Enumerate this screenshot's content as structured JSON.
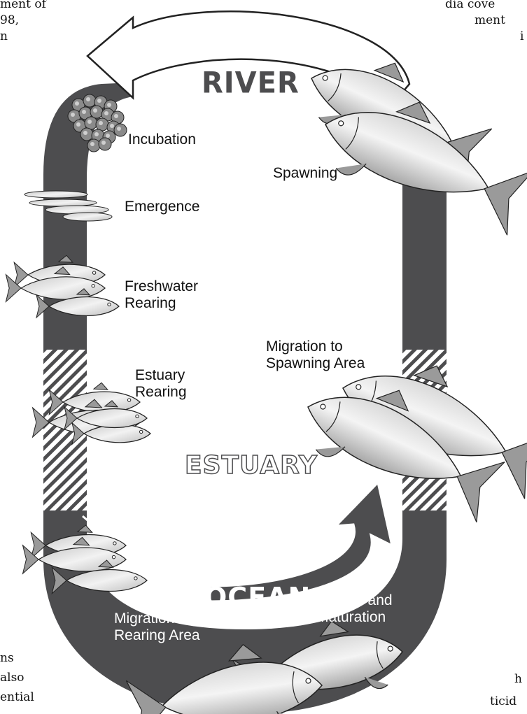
{
  "body_text": {
    "top_left": [
      "ment of",
      "98,",
      "n"
    ],
    "top_right": [
      "dia  cove",
      "ment",
      "i"
    ],
    "bottom_left": [
      "ns",
      "also",
      "ential"
    ],
    "bottom_right": [
      "h",
      "ticid"
    ]
  },
  "zones": {
    "river": "RIVER",
    "estuary": "ESTUARY",
    "ocean": "OCEAN"
  },
  "stages": {
    "incubation": "Incubation",
    "emergence": "Emergence",
    "freshwater_rearing": [
      "Freshwater",
      "Rearing"
    ],
    "estuary_rearing": [
      "Estuary",
      "Rearing"
    ],
    "spawning": "Spawning",
    "migration_spawning": [
      "Migration to",
      "Spawning Area"
    ],
    "migration_rearing": [
      "Migration to",
      "Rearing Area"
    ],
    "growth": [
      "Growth and",
      "Maturation"
    ]
  },
  "colors": {
    "band": "#4d4d4f",
    "river_arrow_fill": "#ffffff",
    "fish_light": "#e3e3e3",
    "fish_dark": "#9a9a9a",
    "outline": "#222222"
  }
}
